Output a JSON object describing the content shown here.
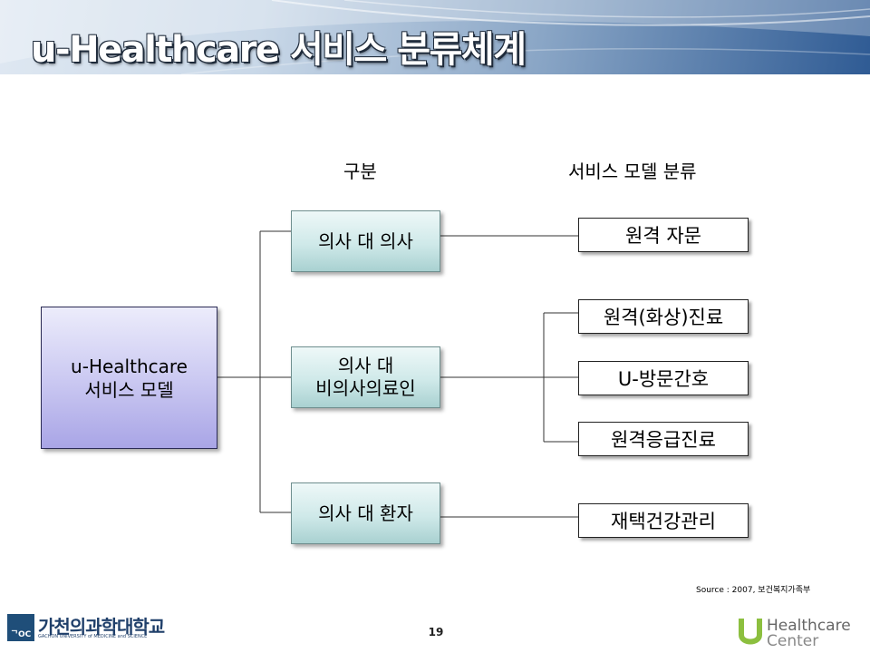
{
  "header": {
    "title": "u-Healthcare 서비스 분류체계"
  },
  "columns": {
    "category": "구분",
    "service": "서비스 모델 분류"
  },
  "root": {
    "line1": "u-Healthcare",
    "line2": "서비스 모델"
  },
  "categories": [
    {
      "line1": "의사 대 의사",
      "line2": ""
    },
    {
      "line1": "의사 대",
      "line2": "비의사의료인"
    },
    {
      "line1": "의사 대 환자",
      "line2": ""
    }
  ],
  "services": [
    "원격 자문",
    "원격(화상)진료",
    "U-방문간호",
    "원격응급진료",
    "재택건강관리"
  ],
  "footer": {
    "source": "Source : 2007, 보건복지가족부",
    "page_number": "19",
    "logo_left_name": "가천의과학대학교",
    "logo_left_sub": "GACHON UNIVERSITY of MEDICINE and SCIENCE",
    "logo_left_mark": "ᄀOC",
    "logo_right_line1": "Healthcare",
    "logo_right_line2": "Center"
  },
  "colors": {
    "header_dark": "#2f5b94",
    "root_fill": "#cccaf2",
    "category_fill": "#cfe9e9"
  }
}
